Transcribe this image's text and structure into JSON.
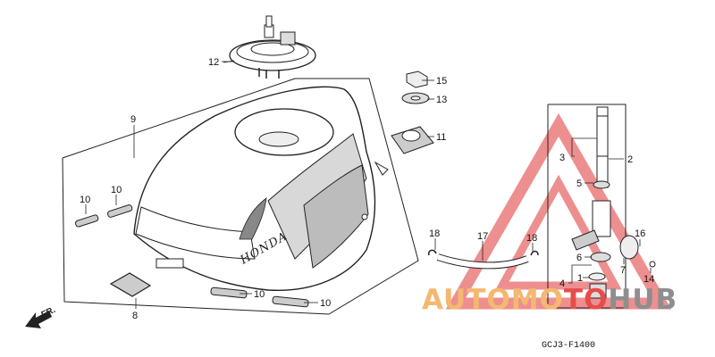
{
  "diagram": {
    "callouts": {
      "c12": "12",
      "c15": "15",
      "c13": "13",
      "c11": "11",
      "c9": "9",
      "c10a": "10",
      "c10b": "10",
      "c10c": "10",
      "c10d": "10",
      "c8": "8",
      "c18a": "18",
      "c17": "17",
      "c18b": "18",
      "c2": "2",
      "c3": "3",
      "c5": "5",
      "c16": "16",
      "c7": "7",
      "c6": "6",
      "c14": "14",
      "c4": "4",
      "c1": "1"
    },
    "direction": "FR.",
    "tank_brand": "HONDA",
    "diagram_code": "GCJ3-F1400"
  },
  "watermark": {
    "text_orange": "AUTOMO",
    "text_red": "TO",
    "text_gray": "HUB",
    "color_orange": "#f4b870",
    "color_red": "#e84b4b",
    "color_gray": "#8e8e8e"
  }
}
